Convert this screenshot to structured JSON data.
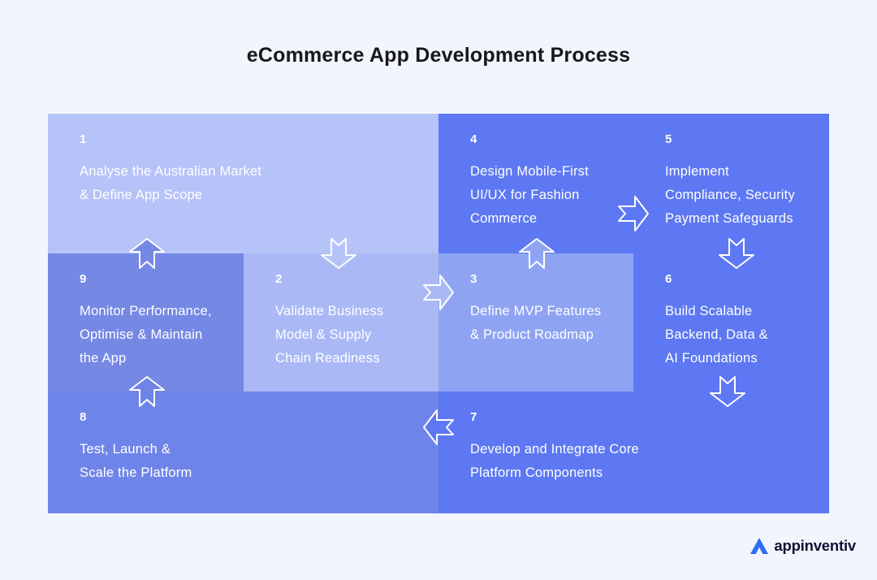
{
  "title": "eCommerce App Development Process",
  "steps": [
    {
      "number": "1",
      "label": "Analyse the Australian Market\n& Define App Scope",
      "color": "#b6c3f8"
    },
    {
      "number": "2",
      "label": "Validate Business\nModel & Supply\nChain Readiness",
      "color": "#aab9f6"
    },
    {
      "number": "3",
      "label": "Define MVP Features\n& Product Roadmap",
      "color": "#8ea4f3"
    },
    {
      "number": "4",
      "label": "Design Mobile-First\nUI/UX for Fashion\nCommerce",
      "color": "#5d78f2"
    },
    {
      "number": "5",
      "label": "Implement\nCompliance, Security\nPayment Safeguards",
      "color": "#5d78f2"
    },
    {
      "number": "6",
      "label": "Build Scalable\nBackend, Data &\nAI Foundations",
      "color": "#5d78f2"
    },
    {
      "number": "7",
      "label": "Develop and Integrate Core\nPlatform Components",
      "color": "#5d78f2"
    },
    {
      "number": "8",
      "label": "Test, Launch &\nScale the Platform",
      "color": "#6f84e8"
    },
    {
      "number": "9",
      "label": "Monitor Performance,\nOptimise & Maintain\nthe App",
      "color": "#7488e4"
    }
  ],
  "arrows": [
    {
      "from": "1",
      "to": "2",
      "direction": "down"
    },
    {
      "from": "2",
      "to": "3",
      "direction": "right"
    },
    {
      "from": "3",
      "to": "4",
      "direction": "up"
    },
    {
      "from": "4",
      "to": "5",
      "direction": "right"
    },
    {
      "from": "5",
      "to": "6",
      "direction": "down"
    },
    {
      "from": "6",
      "to": "7",
      "direction": "down"
    },
    {
      "from": "7",
      "to": "8",
      "direction": "left"
    },
    {
      "from": "8",
      "to": "9",
      "direction": "up"
    },
    {
      "from": "9",
      "to": "1",
      "direction": "up"
    }
  ],
  "brand": {
    "name": "appinventiv",
    "logo_color": "#2c6cf6",
    "text_color": "#0d1333"
  },
  "colors": {
    "background": "#f3f5fd",
    "title_text": "#17181c",
    "step_text": "#ffffff",
    "arrow_outline": "#ffffff"
  }
}
